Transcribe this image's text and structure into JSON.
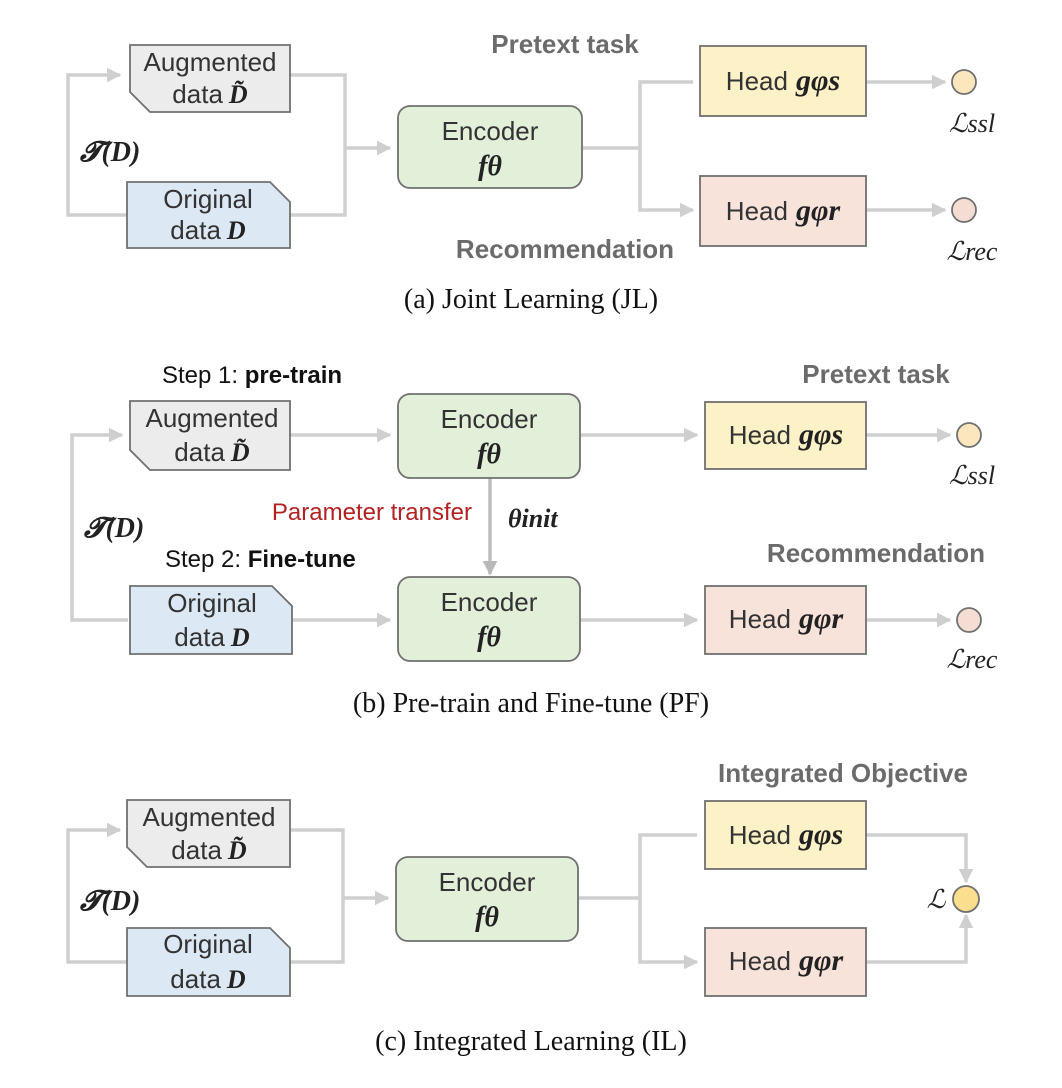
{
  "panels": {
    "jl": {
      "caption": "(a) Joint Learning (JL)",
      "aug_line1": "Augmented",
      "aug_line2": "data",
      "aug_sym": "D̃",
      "orig_line1": "Original",
      "orig_line2": "data",
      "orig_sym": "D",
      "transform": "𝓣(D)",
      "encoder_label": "Encoder",
      "encoder_sym": "fθ",
      "head_label": "Head",
      "head_s_sym": "gφs",
      "head_r_sym": "gφr",
      "pretext_label": "Pretext task",
      "rec_label": "Recommendation",
      "loss_ssl": "ℒssl",
      "loss_rec": "ℒrec"
    },
    "pf": {
      "caption": "(b) Pre-train and Fine-tune (PF)",
      "step1_prefix": "Step 1: ",
      "step1_bold": "pre-train",
      "step2_prefix": "Step 2: ",
      "step2_bold": "Fine-tune",
      "transfer_label": "Parameter transfer",
      "theta_init": "θinit",
      "aug_line1": "Augmented",
      "aug_line2": "data",
      "aug_sym": "D̃",
      "orig_line1": "Original",
      "orig_line2": "data",
      "orig_sym": "D",
      "transform": "𝓣(D)",
      "encoder_label": "Encoder",
      "encoder_sym": "fθ",
      "head_label": "Head",
      "head_s_sym": "gφs",
      "head_r_sym": "gφr",
      "pretext_label": "Pretext task",
      "rec_label": "Recommendation",
      "loss_ssl": "ℒssl",
      "loss_rec": "ℒrec"
    },
    "il": {
      "caption": "(c) Integrated Learning (IL)",
      "objective_label": "Integrated Objective",
      "aug_line1": "Augmented",
      "aug_line2": "data",
      "aug_sym": "D̃",
      "orig_line1": "Original",
      "orig_line2": "data",
      "orig_sym": "D",
      "transform": "𝓣(D)",
      "encoder_label": "Encoder",
      "encoder_sym": "fθ",
      "head_label": "Head",
      "head_s_sym": "gφs",
      "head_r_sym": "gφr",
      "loss": "ℒ"
    }
  },
  "colors": {
    "augmented_fill": "#ececec",
    "original_fill": "#dde8f5",
    "encoder_fill": "#e2efd9",
    "head_s_fill": "#fdf1c7",
    "head_r_fill": "#f8e3da",
    "loss_ssl_fill": "#fbe6bd",
    "loss_rec_fill": "#f6ddd3",
    "loss_il_fill": "#fbdf8e",
    "border": "#707070"
  }
}
